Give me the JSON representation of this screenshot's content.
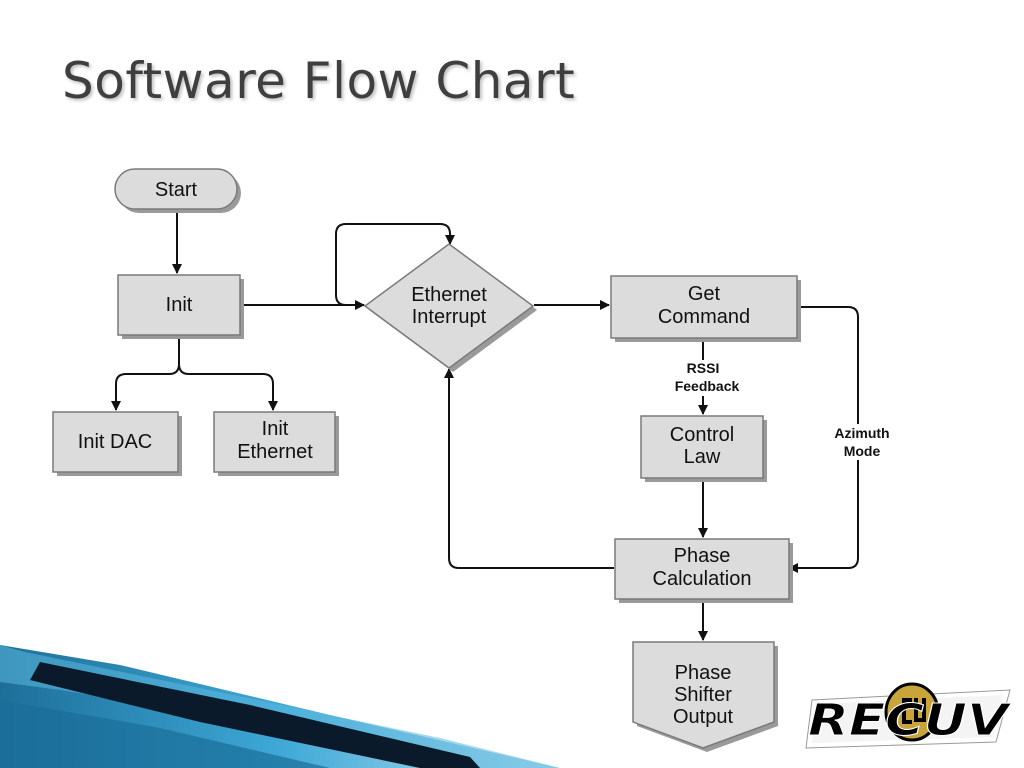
{
  "slide": {
    "title": "Software Flow Chart"
  },
  "flowchart": {
    "nodes": {
      "start": "Start",
      "init": "Init",
      "init_dac": "Init DAC",
      "init_ethernet": [
        "Init",
        "Ethernet"
      ],
      "ethernet_interrupt": [
        "Ethernet",
        "Interrupt"
      ],
      "get_command": [
        "Get",
        "Command"
      ],
      "control_law": [
        "Control",
        "Law"
      ],
      "phase_calculation": [
        "Phase",
        "Calculation"
      ],
      "phase_shifter_output": [
        "Phase",
        "Shifter",
        "Output"
      ]
    },
    "edge_labels": {
      "rssi_feedback": [
        "RSSI",
        "Feedback"
      ],
      "azimuth_mode": [
        "Azimuth",
        "Mode"
      ]
    }
  },
  "logo": {
    "text": "RECUV",
    "colors": {
      "gold": "#c9a43a",
      "black": "#000000"
    }
  },
  "colors": {
    "box_fill": "#dcdcdc",
    "box_stroke": "#7a7a7a",
    "title": "#3f3f3f",
    "swoosh_blue": "#2a8bb8",
    "swoosh_dark": "#0a1a2a"
  }
}
